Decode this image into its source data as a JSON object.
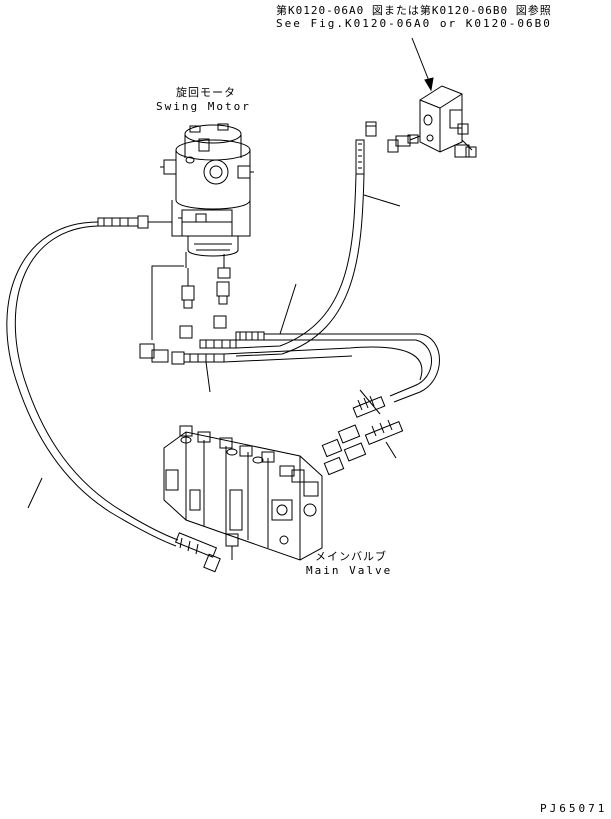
{
  "reference": {
    "jp": "第K0120-06A0 図または第K0120-06B0 図参照",
    "en": "See Fig.K0120-06A0 or K0120-06B0"
  },
  "swing_motor": {
    "jp": "旋回モータ",
    "en": "Swing Motor"
  },
  "main_valve": {
    "jp": "メインバルブ",
    "en": "Main Valve"
  },
  "part_code": "PJ65071"
}
